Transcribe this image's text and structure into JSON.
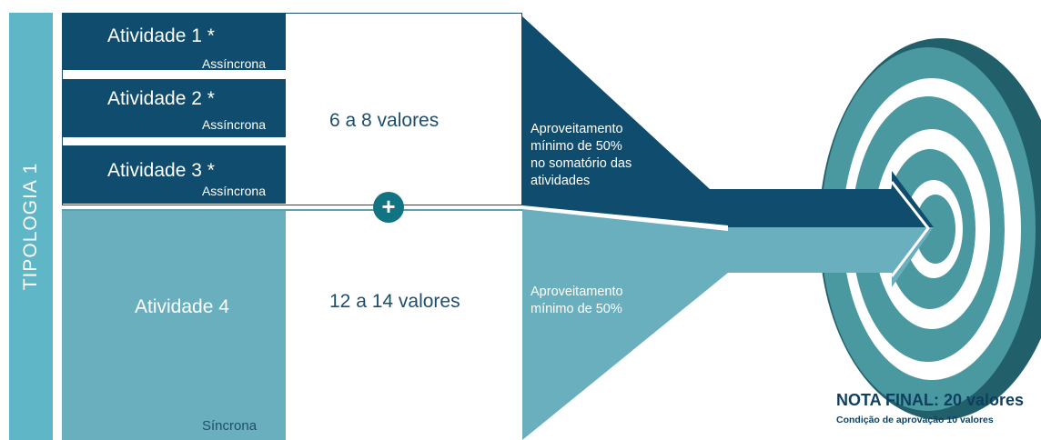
{
  "sidebar": {
    "label": "TIPOLOGIA 1"
  },
  "activities": [
    {
      "title": "Atividade 1 *",
      "mode": "Assíncrona"
    },
    {
      "title": "Atividade 2 *",
      "mode": "Assíncrona"
    },
    {
      "title": "Atividade 3 *",
      "mode": "Assíncrona"
    },
    {
      "title": "Atividade 4",
      "mode": "Síncrona"
    }
  ],
  "values": {
    "group_async": "6 a 8 valores",
    "group_sync": "12 a 14 valores"
  },
  "notes": {
    "async_lines": [
      "Aproveitamento",
      "mínimo de 50%",
      "no somatório das",
      "atividades"
    ],
    "sync_lines": [
      "Aproveitamento",
      "mínimo de 50%"
    ]
  },
  "plus_symbol": "+",
  "final": {
    "title": "NOTA FINAL: 20 valores",
    "condition": "Condição de aprovação  10 valores"
  },
  "colors": {
    "dark": "#0f4c6d",
    "light": "#69afbe",
    "sidebar": "#5eb6c6",
    "target_outer": "#21606b",
    "target_ring": "#4a98a0"
  },
  "icons": {
    "plus": "plus-icon",
    "target": "target-icon"
  }
}
